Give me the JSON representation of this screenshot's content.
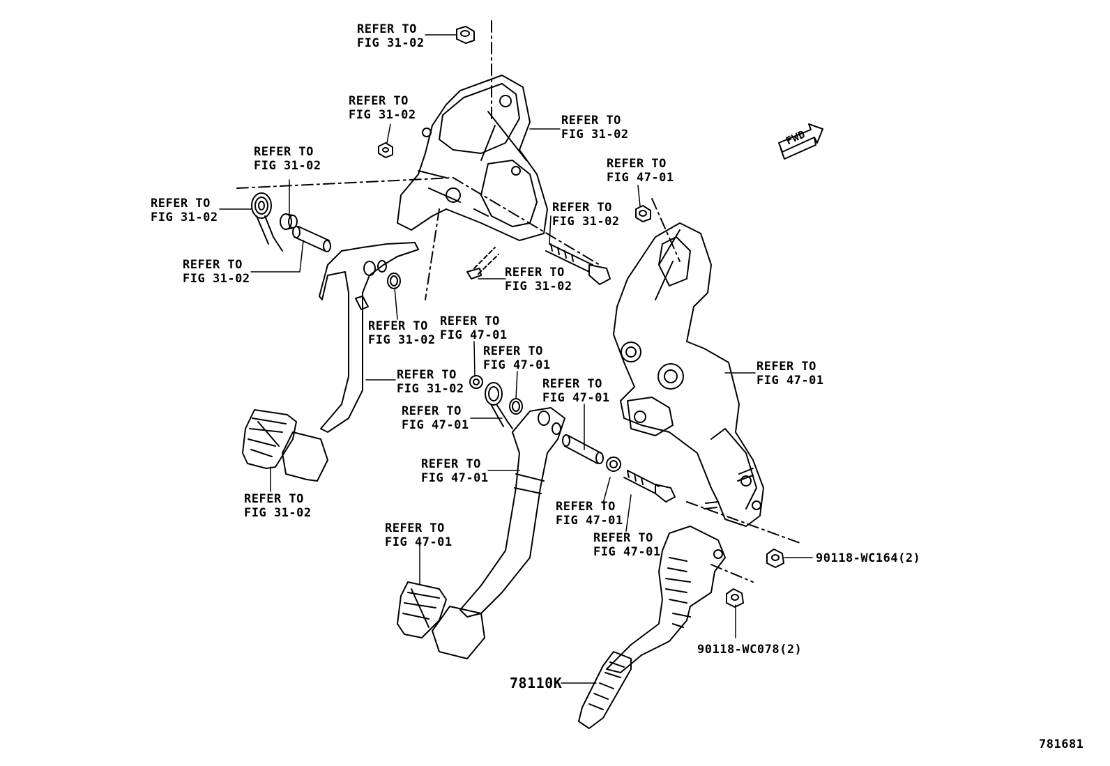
{
  "diagram": {
    "direction_indicator": "FWD",
    "figure_number": "781681",
    "callouts": [
      {
        "id": "c01",
        "line1": "REFER TO",
        "line2": "FIG 31-02"
      },
      {
        "id": "c02",
        "line1": "REFER TO",
        "line2": "FIG 31-02"
      },
      {
        "id": "c03",
        "line1": "REFER TO",
        "line2": "FIG 31-02"
      },
      {
        "id": "c04",
        "line1": "REFER TO",
        "line2": "FIG 31-02"
      },
      {
        "id": "c05",
        "line1": "REFER TO",
        "line2": "FIG 31-02"
      },
      {
        "id": "c06",
        "line1": "REFER TO",
        "line2": "FIG 31-02"
      },
      {
        "id": "c07",
        "line1": "REFER TO",
        "line2": "FIG 31-02"
      },
      {
        "id": "c08",
        "line1": "REFER TO",
        "line2": "FIG 31-02"
      },
      {
        "id": "c09",
        "line1": "REFER TO",
        "line2": "FIG 31-02"
      },
      {
        "id": "c10",
        "line1": "REFER TO",
        "line2": "FIG 31-02"
      },
      {
        "id": "c11",
        "line1": "REFER TO",
        "line2": "FIG 31-02"
      },
      {
        "id": "c12",
        "line1": "REFER TO",
        "line2": "FIG 47-01"
      },
      {
        "id": "c13",
        "line1": "REFER TO",
        "line2": "FIG 47-01"
      },
      {
        "id": "c14",
        "line1": "REFER TO",
        "line2": "FIG 47-01"
      },
      {
        "id": "c15",
        "line1": "REFER TO",
        "line2": "FIG 47-01"
      },
      {
        "id": "c16",
        "line1": "REFER TO",
        "line2": "FIG 47-01"
      },
      {
        "id": "c17",
        "line1": "REFER TO",
        "line2": "FIG 47-01"
      },
      {
        "id": "c18",
        "line1": "REFER TO",
        "line2": "FIG 47-01"
      },
      {
        "id": "c19",
        "line1": "REFER TO",
        "line2": "FIG 47-01"
      },
      {
        "id": "c20",
        "line1": "REFER TO",
        "line2": "FIG 47-01"
      },
      {
        "id": "c21",
        "line1": "REFER TO",
        "line2": "FIG 47-01"
      }
    ],
    "part_numbers": {
      "nut_upper": "90118-WC164(2)",
      "nut_lower": "90118-WC078(2)",
      "pedal_assy": "78110K"
    }
  }
}
